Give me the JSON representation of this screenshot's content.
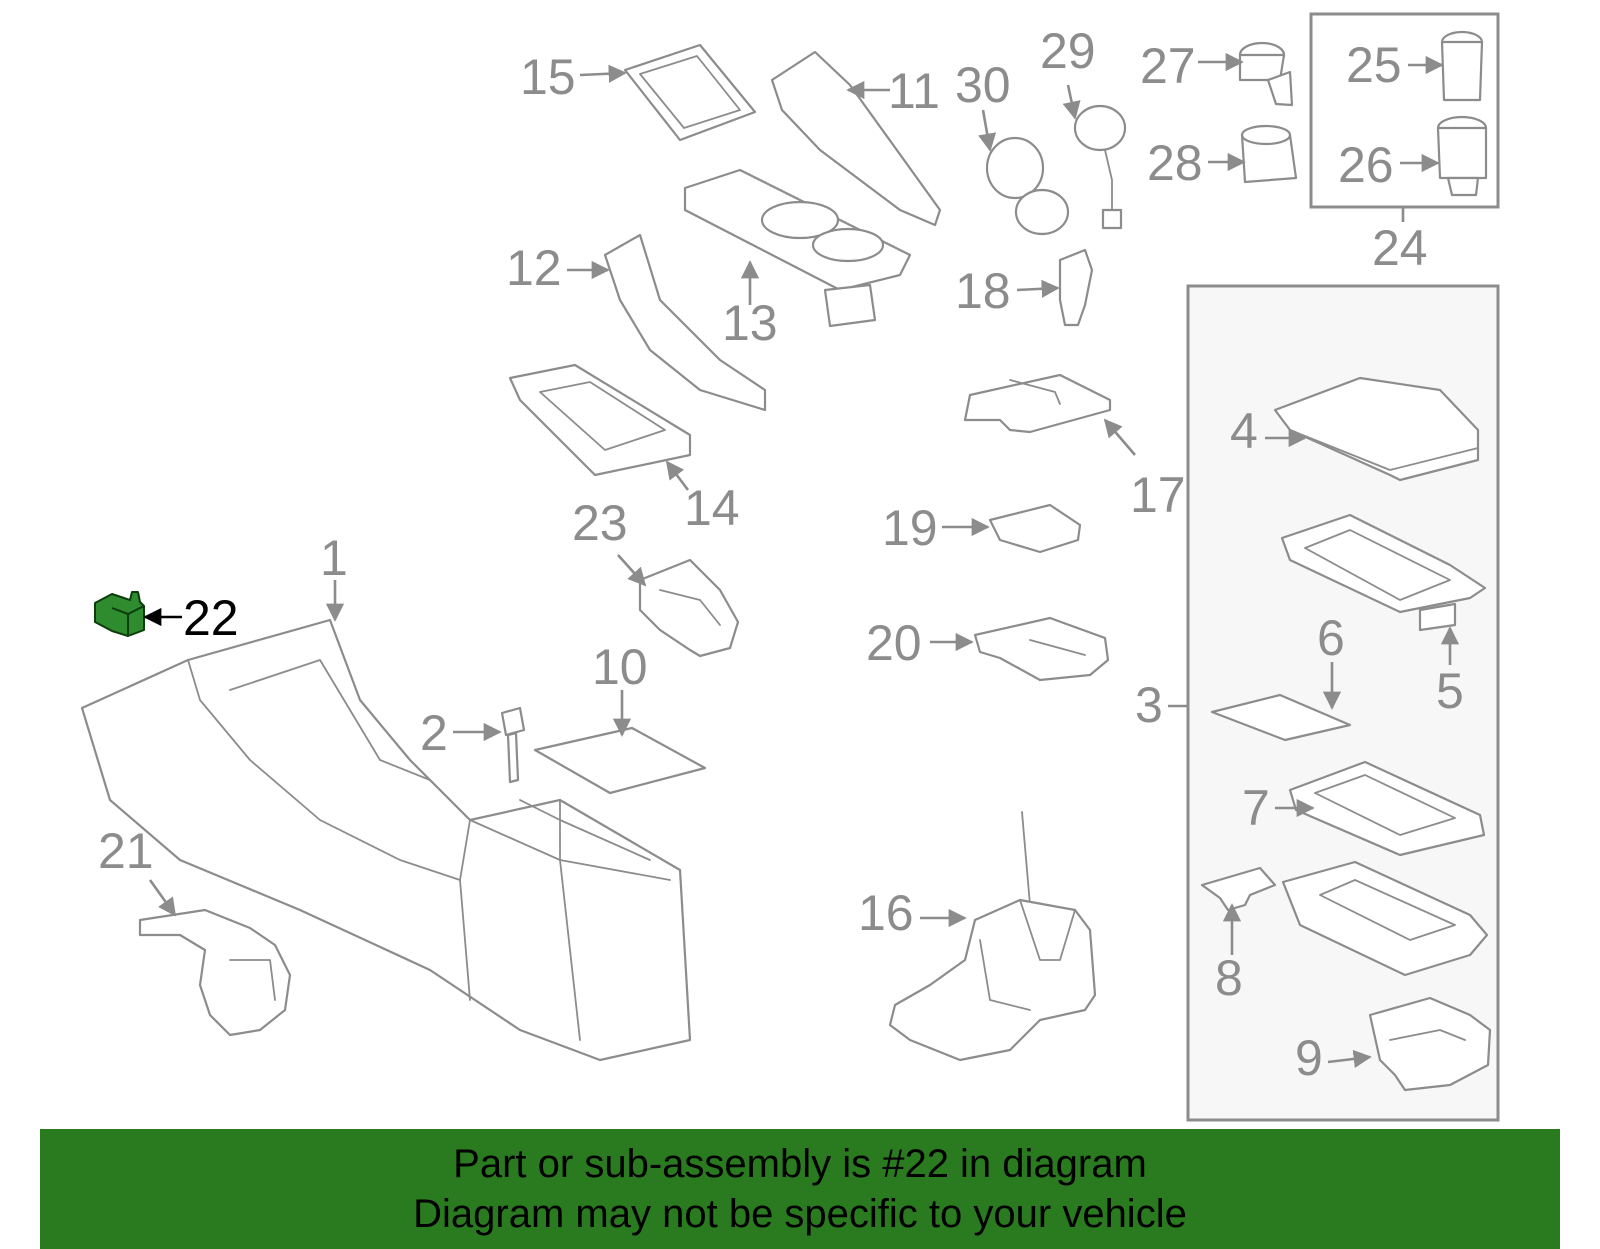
{
  "diagram": {
    "highlighted_callout": "22",
    "highlight_color": "#2e8b2e",
    "callouts": {
      "c1": "1",
      "c2": "2",
      "c3": "3",
      "c4": "4",
      "c5": "5",
      "c6": "6",
      "c7": "7",
      "c8": "8",
      "c9": "9",
      "c10": "10",
      "c11": "11",
      "c12": "12",
      "c13": "13",
      "c14": "14",
      "c15": "15",
      "c16": "16",
      "c17": "17",
      "c18": "18",
      "c19": "19",
      "c20": "20",
      "c21": "21",
      "c22": "22",
      "c23": "23",
      "c24": "24",
      "c25": "25",
      "c26": "26",
      "c27": "27",
      "c28": "28",
      "c29": "29",
      "c30": "30"
    }
  },
  "banner": {
    "line1": "Part or sub-assembly is #22 in diagram",
    "line2": "Diagram may not be specific to your vehicle",
    "background": "#2a7a1f"
  }
}
